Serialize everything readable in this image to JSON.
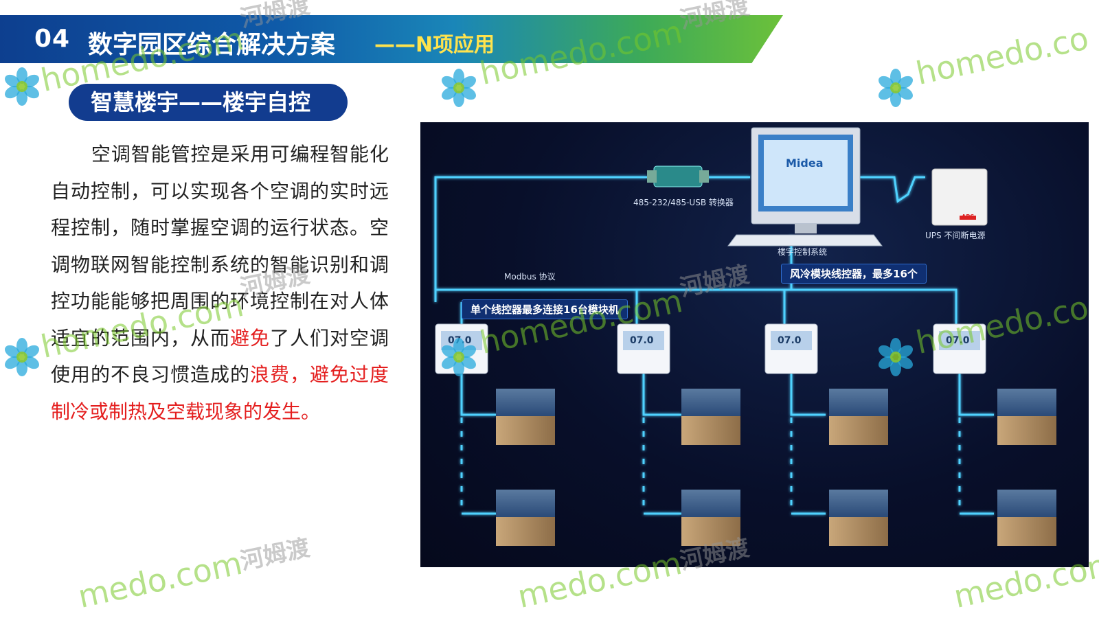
{
  "header": {
    "number": "04",
    "title": "数字园区综合解决方案",
    "subtitle": "——N项应用"
  },
  "section": {
    "title": "智慧楼宇——楼宇自控"
  },
  "body": {
    "p1": "空调智能管控是采用可编程智能化自动控制，可以实现各个空调的实时远程控制，随时掌握空调的运行状态。空调物联网智能控制系统的智能识别和调控功能能够把周围的环境控制在对人体适宜的范围内，从而",
    "red1": "避免",
    "p2": "了人们对空调使用的不良习惯造成的",
    "red2": "浪费，避免过度制冷或制热及空载现象的发生。"
  },
  "diagram": {
    "converter_label": "485-232/485-USB 转换器",
    "ups_label": "UPS 不间断电源",
    "ups_brand": "APC",
    "system_label": "楼宇控制系统",
    "monitor_brand": "Midea",
    "protocol_label": "Modbus 协议",
    "banner_left": "单个线控器最多连接16台模块机",
    "banner_right": "风冷模块线控器，最多16个",
    "controller_display": "07.0"
  },
  "watermark": {
    "site": "homedo.com",
    "site_short": "homedo.co",
    "site_partial": "medo.com",
    "cn": "河姆渡"
  },
  "colors": {
    "header_blue": "#0d3f8f",
    "header_green": "#6cc13a",
    "pill_blue": "#123c8f",
    "accent_red": "#e41e1e",
    "line_cyan": "#4fd2ff"
  }
}
